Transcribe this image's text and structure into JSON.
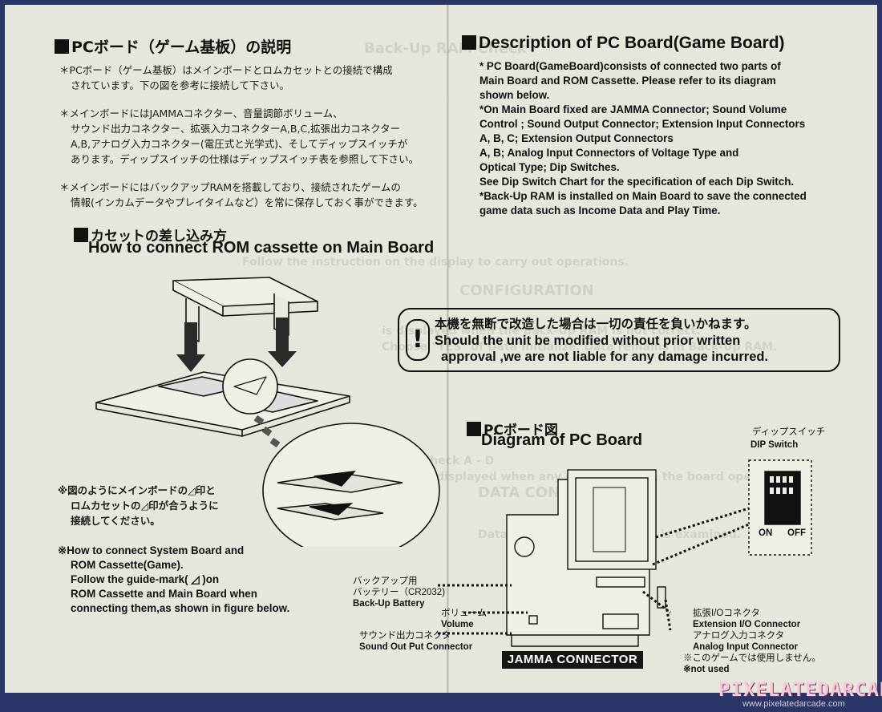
{
  "jp_section": {
    "title": "PCボード（ゲーム基板）の説明",
    "lines": [
      "＊PCボード（ゲーム基板）はメインボードとロムカセットとの接続で構成",
      "されています。下の図を参考に接続して下さい。",
      "＊メインボードにはJAMMAコネクター、音量調節ボリューム、",
      "サウンド出力コネクター、拡張入力コネクターA,B,C,拡張出力コネクター",
      "A,B,アナログ入力コネクター(電圧式と光学式)、そしてディップスイッチが",
      "あります。ディップスイッチの仕様はディップスイッチ表を参照して下さい。",
      "＊メインボードにはバックアップRAMを搭載しており、接続されたゲームの",
      "情報(インカムデータやプレイタイムなど）を常に保存しておく事ができます。"
    ]
  },
  "en_section": {
    "title": "Description of PC Board(Game Board)",
    "lines": [
      "* PC Board(GameBoard)consists of connected two parts of",
      "Main Board and ROM Cassette. Please refer to its diagram",
      "shown below.",
      "*On Main Board fixed are JAMMA Connector; Sound Volume",
      "Control ; Sound Output Connector; Extension Input Connectors",
      "A, B, C; Extension Output Connectors",
      "A, B; Analog Input Connectors of Voltage Type and",
      "Optical Type; Dip Switches.",
      "See Dip Switch Chart for the specification of each Dip Switch.",
      "*Back-Up RAM is installed on Main Board to save the connected",
      "game data such as Income Data and Play Time."
    ]
  },
  "cassette_section": {
    "title_jp": "カセットの差し込み方",
    "title_en": "How to connect ROM cassette on Main Board",
    "note_jp": [
      "※図のようにメインボードの◿印と",
      "ロムカセットの◿印が合うように",
      "接続してください。"
    ],
    "note_en": [
      "※How to connect System Board and",
      "ROM Cassette(Game).",
      "Follow the guide-mark( ◿ )on",
      "ROM Cassette and Main Board when",
      "connecting them,as shown in figure below."
    ]
  },
  "warning": {
    "jp": "本機を無断で改造した場合は一切の責任を負いかねます。",
    "en_line1": "Should the unit be modified without prior written",
    "en_line2": "approval ,we  are not liable for any damage incurred."
  },
  "diagram_section": {
    "title_jp": "PCボード図",
    "title_en": "Diagram of PC Board",
    "dip_jp": "ディップスイッチ",
    "dip_en": "DIP Switch",
    "on": "ON",
    "off": "OFF",
    "backup_jp": "バックアップ用",
    "backup_jp2": "バッテリー（CR2032)",
    "backup_en": "Back-Up  Battery",
    "volume_jp": "ボリューム",
    "volume_en": "Volume",
    "sound_jp": "サウンド出力コネクタ",
    "sound_en": "Sound Out Put  Connector",
    "ext_jp": "拡張I/Oコネクタ",
    "ext_en": "Extension I/O Connector",
    "analog_jp": "アナログ入力コネクタ",
    "analog_en": "Analog Input Connector",
    "unused_jp": "※このゲームでは使用しません。",
    "unused_en": "※not used",
    "jamma": "JAMMA CONNECTOR"
  },
  "watermark": {
    "brand": "PIXELATEDARCADE",
    "url": "www.pixelatedarcade.com"
  },
  "ghost_text": [
    "Back-Up RAM Check",
    "is displayed when the Back-Up RAM is not correct.",
    "Choose \"YES\" of Data Initialize. Data remains in Back-Up RAM.",
    "CONFIGURATION",
    "DATA CONTROL",
    "Data stored in Back-Up RAM is examined.",
    "Follow the instruction on the display to carry out operations.",
    "Check A - D",
    "is displayed when any error occurs in the board operation."
  ]
}
